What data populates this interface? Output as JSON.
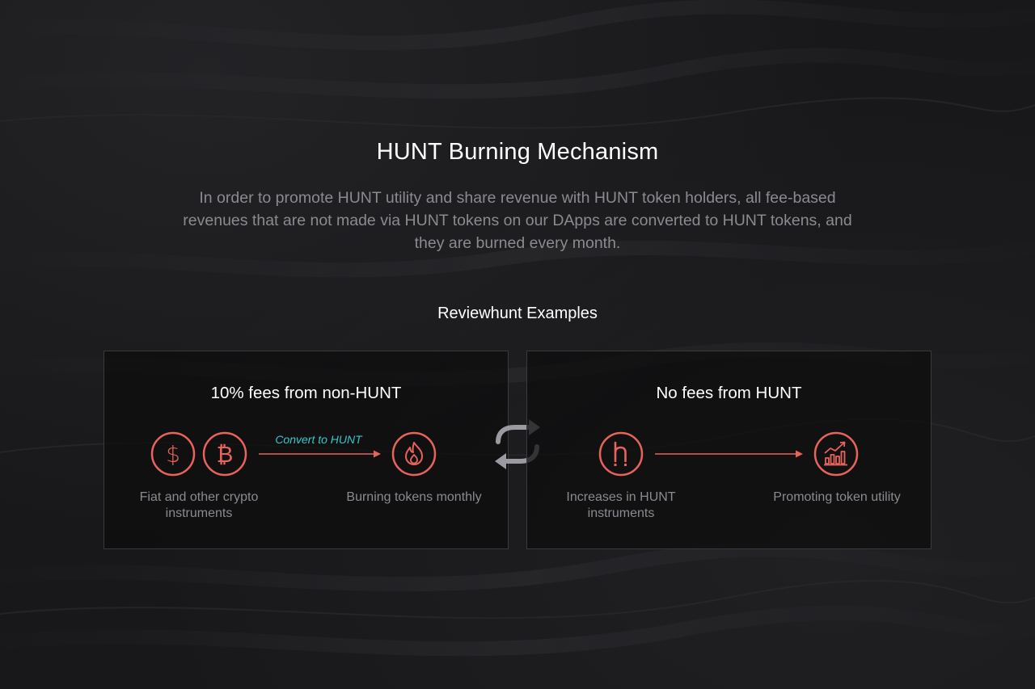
{
  "header": {
    "title": "HUNT Burning Mechanism",
    "description": "In order to promote HUNT utility and share revenue with HUNT token holders, all fee-based revenues that are not made via HUNT tokens on our DApps are converted to HUNT tokens, and they are burned every month."
  },
  "examples": {
    "section_title": "Reviewhunt Examples",
    "left_card": {
      "title": "10% fees from non-HUNT",
      "convert_label": "Convert to HUNT",
      "source_caption": "Fiat and other crypto instruments",
      "target_caption": "Burning tokens monthly",
      "icons": [
        "dollar-icon",
        "bitcoin-icon",
        "fire-icon"
      ]
    },
    "right_card": {
      "title": "No fees from HUNT",
      "source_caption": "Increases in HUNT instruments",
      "target_caption": "Promoting token utility",
      "icons": [
        "hunt-logo-icon",
        "growth-chart-icon"
      ]
    },
    "exchange_icon": "swap-icon"
  },
  "colors": {
    "accent": "#e8635c",
    "convert_label": "#35c6c8",
    "text_muted": "#8a8a90",
    "background": "#18181a"
  }
}
